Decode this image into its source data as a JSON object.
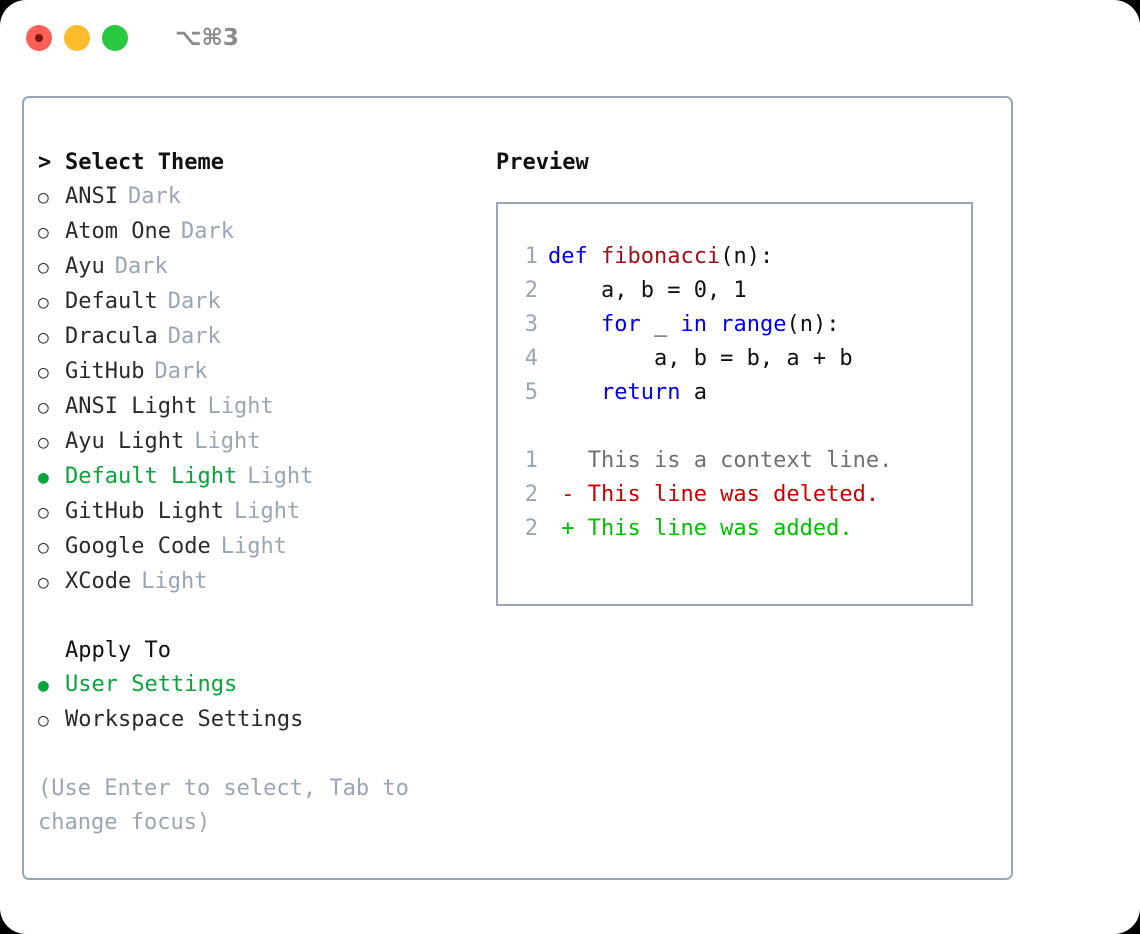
{
  "titlebar": {
    "lights": [
      {
        "name": "close",
        "color": "#ff5f57"
      },
      {
        "name": "minimize",
        "color": "#ffbd2e"
      },
      {
        "name": "zoom",
        "color": "#28c840"
      }
    ],
    "shortcut": "⌥⌘3"
  },
  "theme_picker": {
    "header": "Select Theme",
    "header_caret": ">",
    "marker_unselected": "○",
    "marker_selected": "●",
    "items": [
      {
        "label": "ANSI",
        "tag": "Dark",
        "selected": false
      },
      {
        "label": "Atom One",
        "tag": "Dark",
        "selected": false
      },
      {
        "label": "Ayu",
        "tag": "Dark",
        "selected": false
      },
      {
        "label": "Default",
        "tag": "Dark",
        "selected": false
      },
      {
        "label": "Dracula",
        "tag": "Dark",
        "selected": false
      },
      {
        "label": "GitHub",
        "tag": "Dark",
        "selected": false
      },
      {
        "label": "ANSI Light",
        "tag": "Light",
        "selected": false
      },
      {
        "label": "Ayu Light",
        "tag": "Light",
        "selected": false
      },
      {
        "label": "Default Light",
        "tag": "Light",
        "selected": true
      },
      {
        "label": "GitHub Light",
        "tag": "Light",
        "selected": false
      },
      {
        "label": "Google Code",
        "tag": "Light",
        "selected": false
      },
      {
        "label": "XCode",
        "tag": "Light",
        "selected": false
      }
    ]
  },
  "apply_to": {
    "header": "Apply To",
    "items": [
      {
        "label": "User Settings",
        "selected": true
      },
      {
        "label": "Workspace Settings",
        "selected": false
      }
    ]
  },
  "hint": "(Use Enter to select, Tab to change focus)",
  "preview": {
    "title": "Preview",
    "code": [
      {
        "ln": "1",
        "tokens": [
          {
            "t": "def ",
            "c": "kw"
          },
          {
            "t": "fibonacci",
            "c": "fn"
          },
          {
            "t": "(n):",
            "c": "plain"
          }
        ]
      },
      {
        "ln": "2",
        "tokens": [
          {
            "t": "    a, b = 0, 1",
            "c": "plain"
          }
        ]
      },
      {
        "ln": "3",
        "tokens": [
          {
            "t": "    ",
            "c": "plain"
          },
          {
            "t": "for",
            "c": "kw"
          },
          {
            "t": " _ ",
            "c": "plain"
          },
          {
            "t": "in",
            "c": "kw"
          },
          {
            "t": " ",
            "c": "plain"
          },
          {
            "t": "range",
            "c": "kw"
          },
          {
            "t": "(n):",
            "c": "plain"
          }
        ]
      },
      {
        "ln": "4",
        "tokens": [
          {
            "t": "        a, b = b, a + b",
            "c": "plain"
          }
        ]
      },
      {
        "ln": "5",
        "tokens": [
          {
            "t": "    ",
            "c": "plain"
          },
          {
            "t": "return",
            "c": "kw"
          },
          {
            "t": " a",
            "c": "plain"
          }
        ]
      }
    ],
    "diff": [
      {
        "ln": "1",
        "tokens": [
          {
            "t": "   This is a context line.",
            "c": "ctx"
          }
        ]
      },
      {
        "ln": "2",
        "tokens": [
          {
            "t": " - This line was deleted.",
            "c": "del"
          }
        ]
      },
      {
        "ln": "2",
        "tokens": [
          {
            "t": " + This line was added.",
            "c": "add"
          }
        ]
      }
    ]
  },
  "colors": {
    "accent_green": "#0aa33c",
    "muted": "#9aa5b5",
    "keyword": "#0000ee",
    "function": "#a01015",
    "diff_delete": "#cc0000",
    "diff_add": "#00c000"
  }
}
